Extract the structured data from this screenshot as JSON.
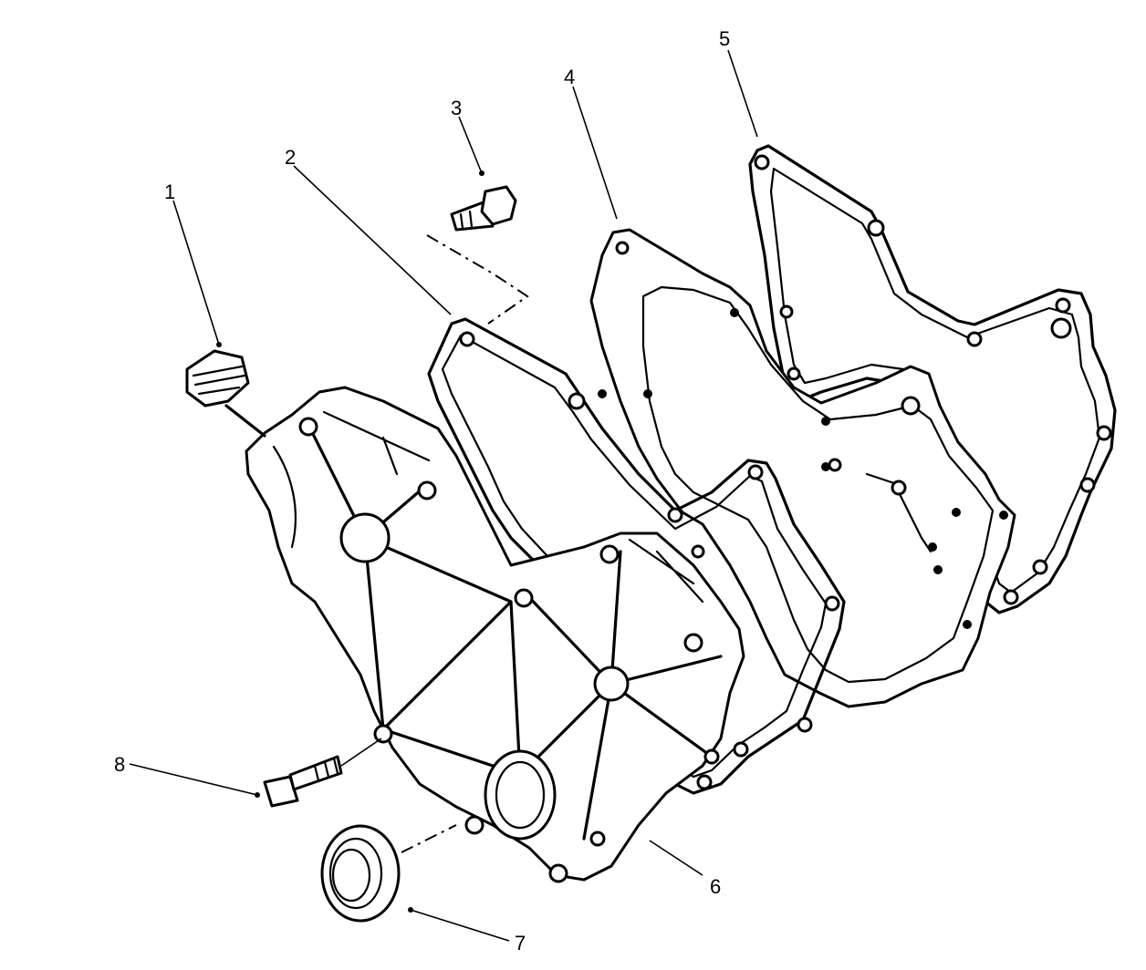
{
  "callouts": [
    {
      "id": "1",
      "label": "1"
    },
    {
      "id": "2",
      "label": "2"
    },
    {
      "id": "3",
      "label": "3"
    },
    {
      "id": "4",
      "label": "4"
    },
    {
      "id": "5",
      "label": "5"
    },
    {
      "id": "6",
      "label": "6"
    },
    {
      "id": "7",
      "label": "7"
    },
    {
      "id": "8",
      "label": "8"
    }
  ],
  "colors": {
    "line": "#000000",
    "background": "#ffffff"
  }
}
